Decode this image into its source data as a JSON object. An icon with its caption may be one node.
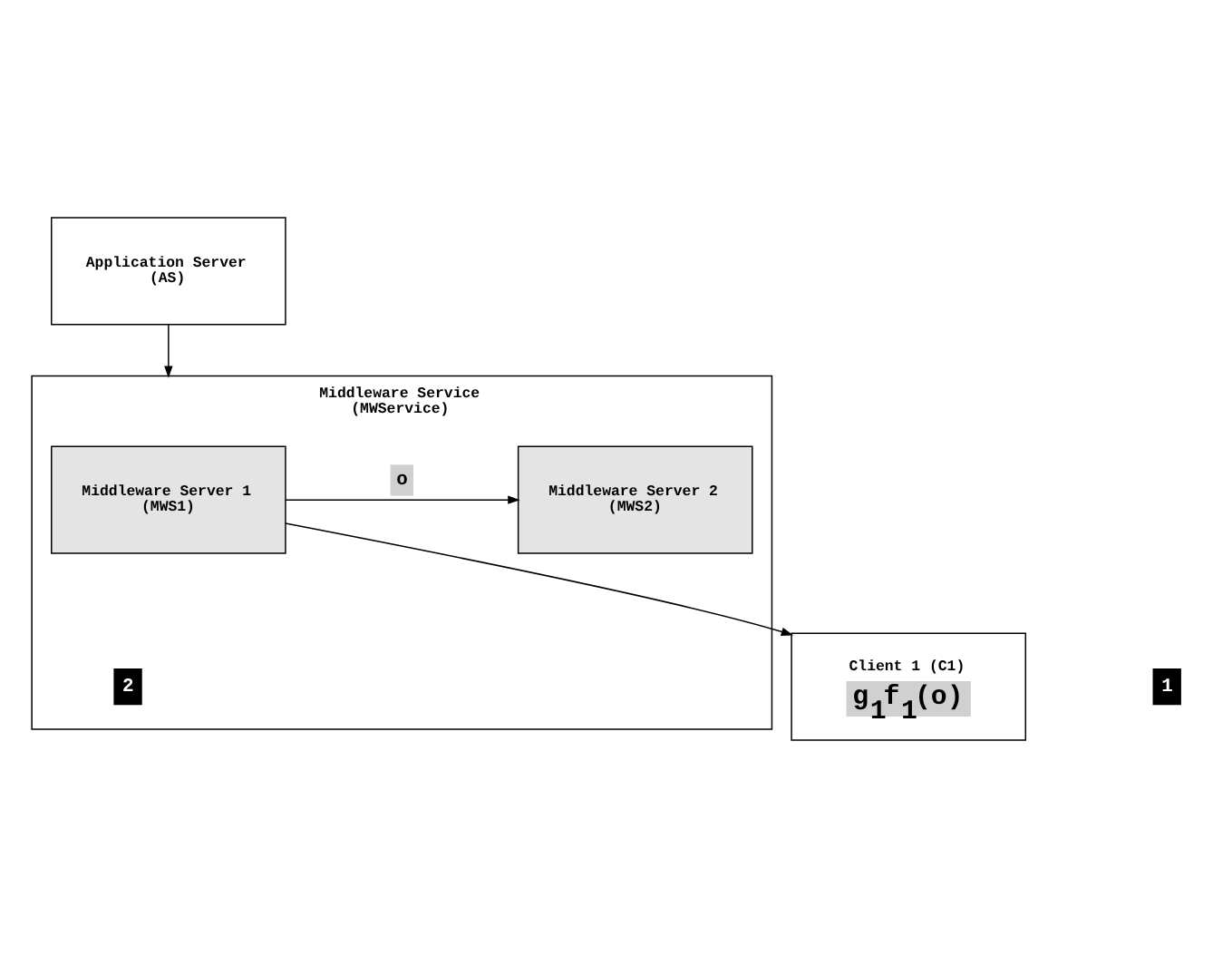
{
  "diagram": {
    "nodes": [
      {
        "text": [
          "Application Server (AS)"
        ]
      },
      {
        "text": [
          "Middleware Service (MWService)"
        ]
      },
      {
        "text": [
          "Middleware Server 1 (MWS1)"
        ],
        "in": 1
      },
      {
        "text": [
          "Middleware Server 2 (MWS2)"
        ],
        "in": 1
      },
      {
        "text": [
          "Client 1 (C1)",
          "g$_{1}$f$_{1}$(o)"
        ]
      }
    ],
    "edges": [
      {
        "from": 0,
        "to": 1,
        "arrow": "to"
      },
      {
        "from": 2,
        "to": 3,
        "arrow": "to",
        "label": "o"
      },
      {
        "from": 2,
        "to": 4,
        "arrow": "to"
      }
    ],
    "labels": [
      "2",
      "1"
    ]
  }
}
